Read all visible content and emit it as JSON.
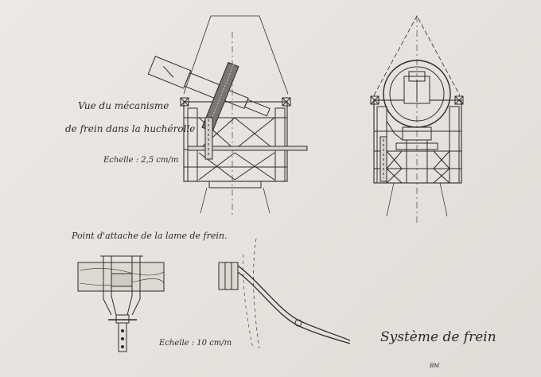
{
  "caption_top": {
    "line1": "Vue du mécanisme",
    "line2": "de frein dans la huchérolle",
    "scale": "Echelle : 2,5 cm/m"
  },
  "caption_bottom": {
    "title": "Point d'attache de la lame de frein.",
    "scale": "Echelle : 10 cm/m"
  },
  "sheet_title": "Système de frein",
  "initials": "BM"
}
